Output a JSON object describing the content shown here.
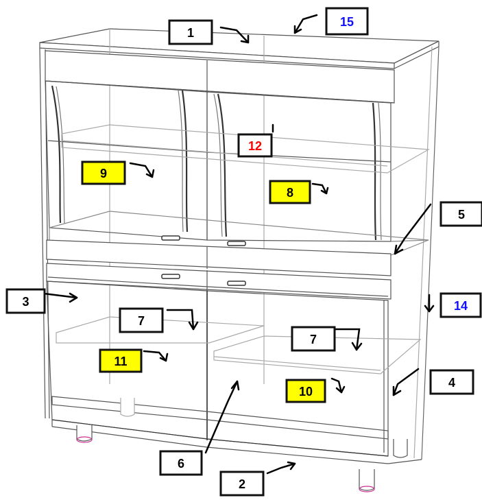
{
  "colors": {
    "line": "#555555",
    "line_light": "#9a9a9a",
    "label_border": "#111111",
    "yellow": "#ffff00",
    "blue_text": "#1010ff",
    "red_text": "#ff0000",
    "black_text": "#000000",
    "foot": "#cc2f8f"
  },
  "labels": [
    {
      "id": "1",
      "text": "1",
      "fill": "white",
      "color": "black"
    },
    {
      "id": "2",
      "text": "2",
      "fill": "white",
      "color": "black"
    },
    {
      "id": "3",
      "text": "3",
      "fill": "white",
      "color": "black"
    },
    {
      "id": "4",
      "text": "4",
      "fill": "white",
      "color": "black"
    },
    {
      "id": "5",
      "text": "5",
      "fill": "white",
      "color": "black"
    },
    {
      "id": "6",
      "text": "6",
      "fill": "white",
      "color": "black"
    },
    {
      "id": "7a",
      "text": "7",
      "fill": "white",
      "color": "black"
    },
    {
      "id": "7b",
      "text": "7",
      "fill": "white",
      "color": "black"
    },
    {
      "id": "8",
      "text": "8",
      "fill": "yellow",
      "color": "black"
    },
    {
      "id": "9",
      "text": "9",
      "fill": "yellow",
      "color": "black"
    },
    {
      "id": "10",
      "text": "10",
      "fill": "yellow",
      "color": "black"
    },
    {
      "id": "11",
      "text": "11",
      "fill": "yellow",
      "color": "black"
    },
    {
      "id": "12",
      "text": "12",
      "fill": "white",
      "color": "red"
    },
    {
      "id": "14",
      "text": "14",
      "fill": "white",
      "color": "blue"
    },
    {
      "id": "15",
      "text": "15",
      "fill": "white",
      "color": "blue"
    }
  ]
}
